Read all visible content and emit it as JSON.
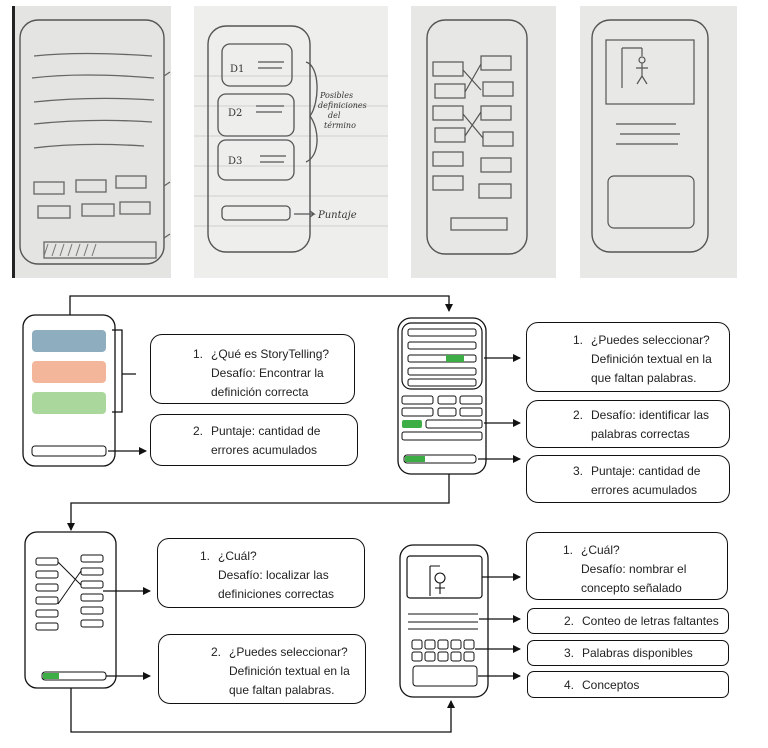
{
  "sketches": [
    {
      "caption": ""
    },
    {
      "caption": "",
      "notes": [
        "D1",
        "D2",
        "D3",
        "Posibles definiciones del término",
        "Puntaje"
      ]
    },
    {
      "caption": ""
    },
    {
      "caption": ""
    }
  ],
  "screens": [
    {
      "name": "screen-storytelling",
      "items": [
        {
          "num": "1.",
          "text": "¿Qué es StoryTelling?\nDesafío: Encontrar la definición correcta"
        },
        {
          "num": "2.",
          "text": "Puntaje: cantidad de errores acumulados"
        }
      ]
    },
    {
      "name": "screen-fill-words",
      "items": [
        {
          "num": "1.",
          "text": "¿Puedes seleccionar?\nDefinición textual en la que faltan palabras."
        },
        {
          "num": "2.",
          "text": "Desafío: identificar las palabras correctas"
        },
        {
          "num": "3.",
          "text": "Puntaje: cantidad de errores acumulados"
        }
      ]
    },
    {
      "name": "screen-matching",
      "items": [
        {
          "num": "1.",
          "text": "¿Cuál?\nDesafío: localizar las definiciones correctas"
        },
        {
          "num": "2.",
          "text": "¿Puedes seleccionar?\nDefinición textual en la que faltan palabras."
        }
      ]
    },
    {
      "name": "screen-hangman",
      "items": [
        {
          "num": "1.",
          "text": "¿Cuál?\nDesafío: nombrar el concepto señalado"
        },
        {
          "num": "2.",
          "text": "Conteo de letras faltantes"
        },
        {
          "num": "3.",
          "text": "Palabras disponibles"
        },
        {
          "num": "4.",
          "text": "Conceptos"
        }
      ]
    }
  ],
  "colors": {
    "blue": "#8eaebf",
    "orange": "#f4b69a",
    "green": "#a9d79c",
    "bright_green": "#3dae45",
    "stroke": "#111111",
    "paper": "#e9e9e7"
  }
}
